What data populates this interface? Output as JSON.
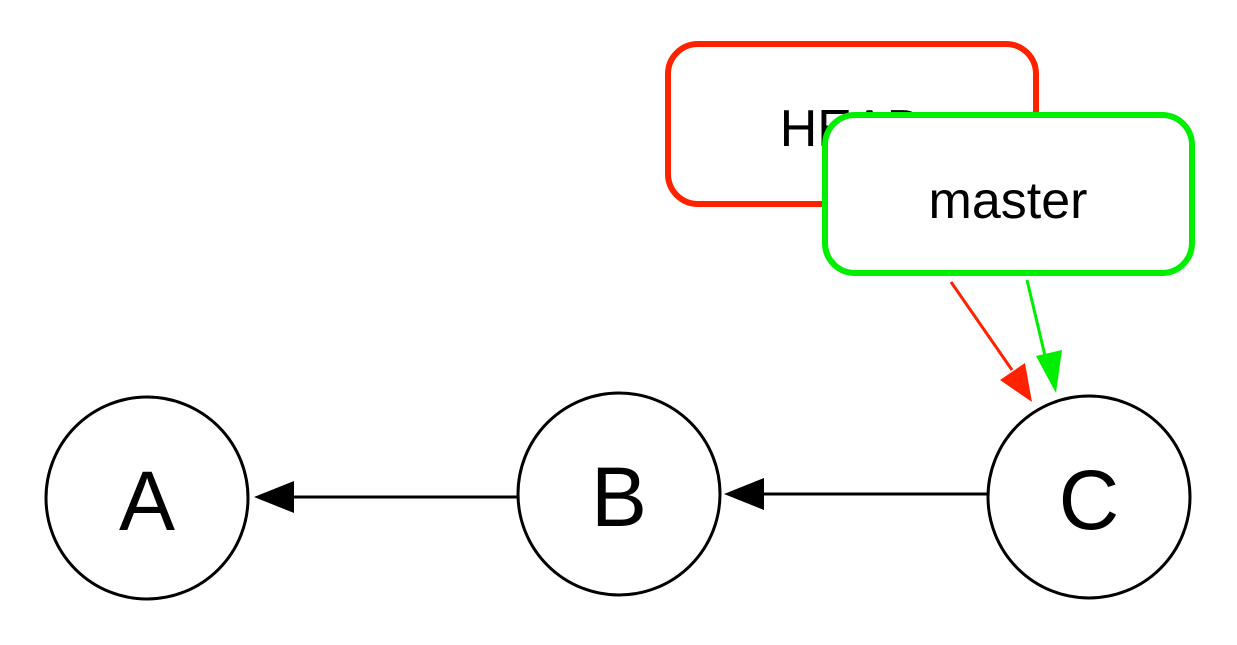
{
  "diagram": {
    "commits": [
      {
        "id": "commit-a",
        "label": "A"
      },
      {
        "id": "commit-b",
        "label": "B"
      },
      {
        "id": "commit-c",
        "label": "C"
      }
    ],
    "refs": {
      "head": {
        "label": "HEAD",
        "color": "#ff2200"
      },
      "master": {
        "label": "master",
        "color": "#00ee00"
      }
    },
    "edges": [
      {
        "from": "C",
        "to": "B"
      },
      {
        "from": "B",
        "to": "A"
      },
      {
        "from": "HEAD",
        "to": "C"
      },
      {
        "from": "master",
        "to": "C"
      }
    ]
  }
}
